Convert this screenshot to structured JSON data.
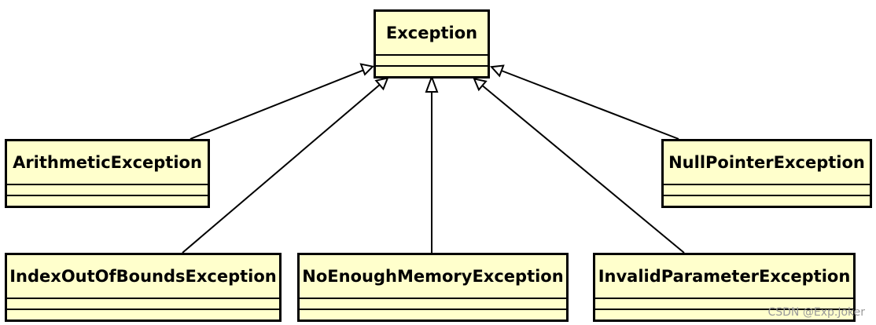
{
  "diagram": {
    "classes": {
      "exception": "Exception",
      "arithmetic": "ArithmeticException",
      "null_pointer": "NullPointerException",
      "index_out_of_bounds": "IndexOutOfBoundsException",
      "no_enough_memory": "NoEnoughMemoryException",
      "invalid_parameter": "InvalidParameterException"
    },
    "relationship": "generalization",
    "colors": {
      "class_fill": "#ffffcc",
      "stroke": "#000000"
    }
  },
  "watermark": "CSDN @Exp.Joker"
}
